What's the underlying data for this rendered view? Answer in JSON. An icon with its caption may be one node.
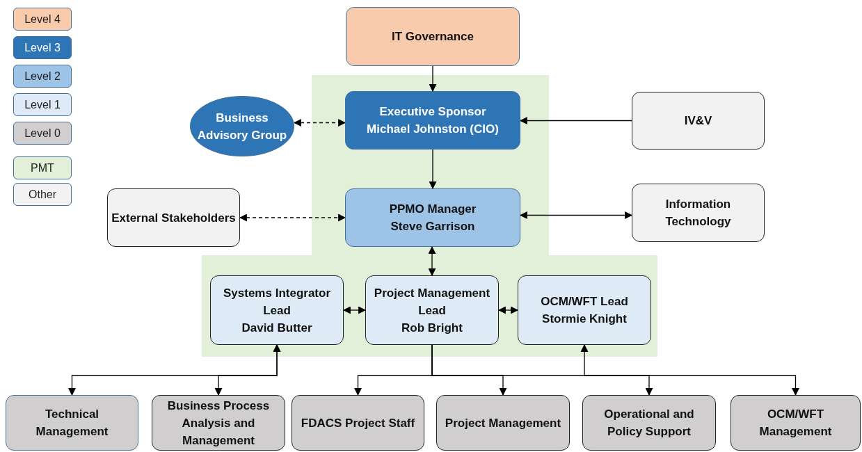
{
  "diagram": {
    "nodes": [
      {
        "text": [
          "IT Governance"
        ]
      },
      {
        "text": [
          "Business Advisory Group"
        ]
      },
      {
        "text": [
          "Executive Sponsor",
          "Michael Johnston (CIO)"
        ]
      },
      {
        "text": [
          "IV&V"
        ]
      },
      {
        "text": [
          "External Stakeholders"
        ]
      },
      {
        "text": [
          "PPMO Manager",
          "Steve Garrison"
        ]
      },
      {
        "text": [
          "Information Technology"
        ]
      },
      {
        "text": [
          "Systems Integrator Lead",
          "David Butter"
        ]
      },
      {
        "text": [
          "Project Management Lead",
          "Rob Bright"
        ]
      },
      {
        "text": [
          "OCM/WFT Lead",
          "Stormie Knight"
        ]
      },
      {
        "text": [
          "Technical Management"
        ]
      },
      {
        "text": [
          "Business Process Analysis and Management"
        ]
      },
      {
        "text": [
          "FDACS Project Staff"
        ]
      },
      {
        "text": [
          "Project Management"
        ]
      },
      {
        "text": [
          "Operational and Policy Support"
        ]
      },
      {
        "text": [
          "OCM/WFT Management"
        ]
      }
    ],
    "edges": [
      {
        "from": 0,
        "to": 2,
        "arrow": "to"
      },
      {
        "from": 1,
        "to": 2,
        "arrow": "both",
        "style": "dashed"
      },
      {
        "from": 3,
        "to": 2,
        "arrow": "to"
      },
      {
        "from": 2,
        "to": 5,
        "arrow": "to"
      },
      {
        "from": 4,
        "to": 5,
        "arrow": "both",
        "style": "dashed"
      },
      {
        "from": 5,
        "to": 6,
        "arrow": "both"
      },
      {
        "from": 5,
        "to": 8,
        "arrow": "both"
      },
      {
        "from": 7,
        "to": 8,
        "arrow": "both"
      },
      {
        "from": 8,
        "to": 9,
        "arrow": "both"
      },
      {
        "from": 7,
        "to": 10,
        "arrow": "both"
      },
      {
        "from": 7,
        "to": 11,
        "arrow": "both"
      },
      {
        "from": 8,
        "to": 12,
        "arrow": "to"
      },
      {
        "from": 8,
        "to": 13,
        "arrow": "to"
      },
      {
        "from": 8,
        "to": 14,
        "arrow": "to"
      },
      {
        "from": 9,
        "to": 15,
        "arrow": "both"
      }
    ],
    "legend": [
      {
        "text": "Level 4",
        "color": "#f8cbad"
      },
      {
        "text": "Level 3",
        "color": "#2e75b6"
      },
      {
        "text": "Level 2",
        "color": "#9dc3e6"
      },
      {
        "text": "Level 1",
        "color": "#deebf7"
      },
      {
        "text": "Level 0",
        "color": "#d0cece"
      },
      {
        "text": "PMT",
        "color": "#e2f0d9"
      },
      {
        "text": "Other",
        "color": "#f2f2f2"
      }
    ]
  }
}
